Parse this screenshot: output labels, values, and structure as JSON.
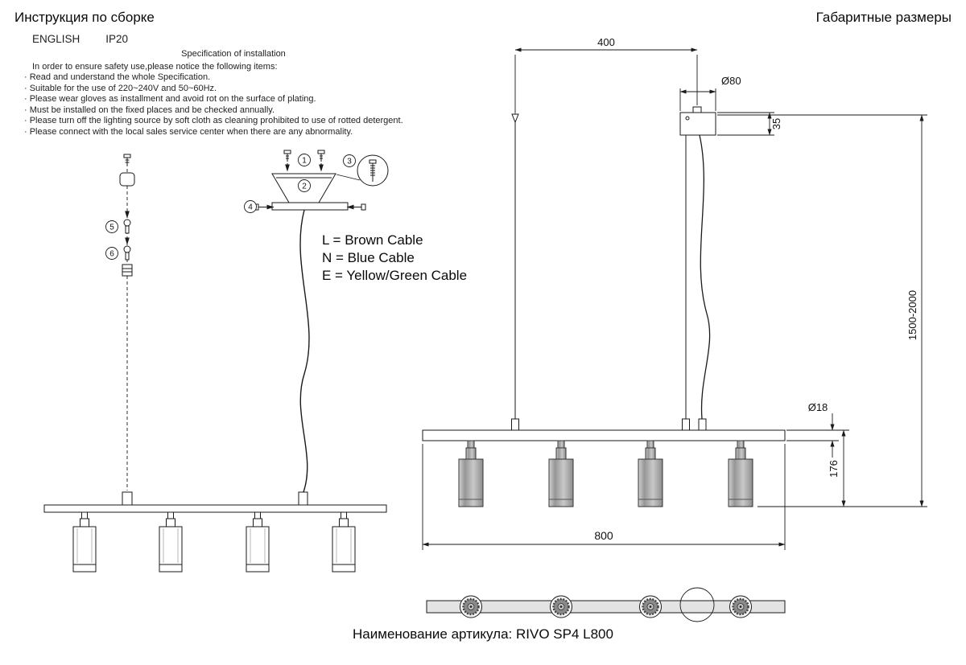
{
  "header": {
    "title_left": "Инструкция по сборке",
    "title_right": "Габаритные размеры",
    "lang": "ENGLISH",
    "ip": "IP20"
  },
  "spec": {
    "heading": "Specification of installation",
    "intro": "In order to ensure safety use,please notice the following items:",
    "items": [
      "· Read and understand the whole Specification.",
      "· Suitable for the use of 220~240V and 50~60Hz.",
      "· Please wear gloves as installment and avoid rot on the surface of plating.",
      "· Must be installed on the fixed places and be checked annually.",
      "· Please turn off the lighting source by soft cloth as cleaning prohibited to use of rotted detergent.",
      "· Please connect with the local sales service center when there are any abnormality."
    ]
  },
  "cable_legend": {
    "l": "L = Brown Cable",
    "n": "N = Blue Cable",
    "e": "E = Yellow/Green Cable"
  },
  "callouts": [
    "1",
    "2",
    "3",
    "4",
    "5",
    "6"
  ],
  "dimensions": {
    "top_width": "400",
    "canopy_diameter": "Ø80",
    "canopy_height": "35",
    "suspension_range": "1500-2000",
    "bar_diameter": "Ø18",
    "fixture_height": "176",
    "bar_length": "800"
  },
  "footer": {
    "article_label": "Наименование артикула: RIVO SP4 L800"
  },
  "colors": {
    "line": "#1a1a1a",
    "metal_dark": "#9a9a9a",
    "background": "#ffffff"
  }
}
